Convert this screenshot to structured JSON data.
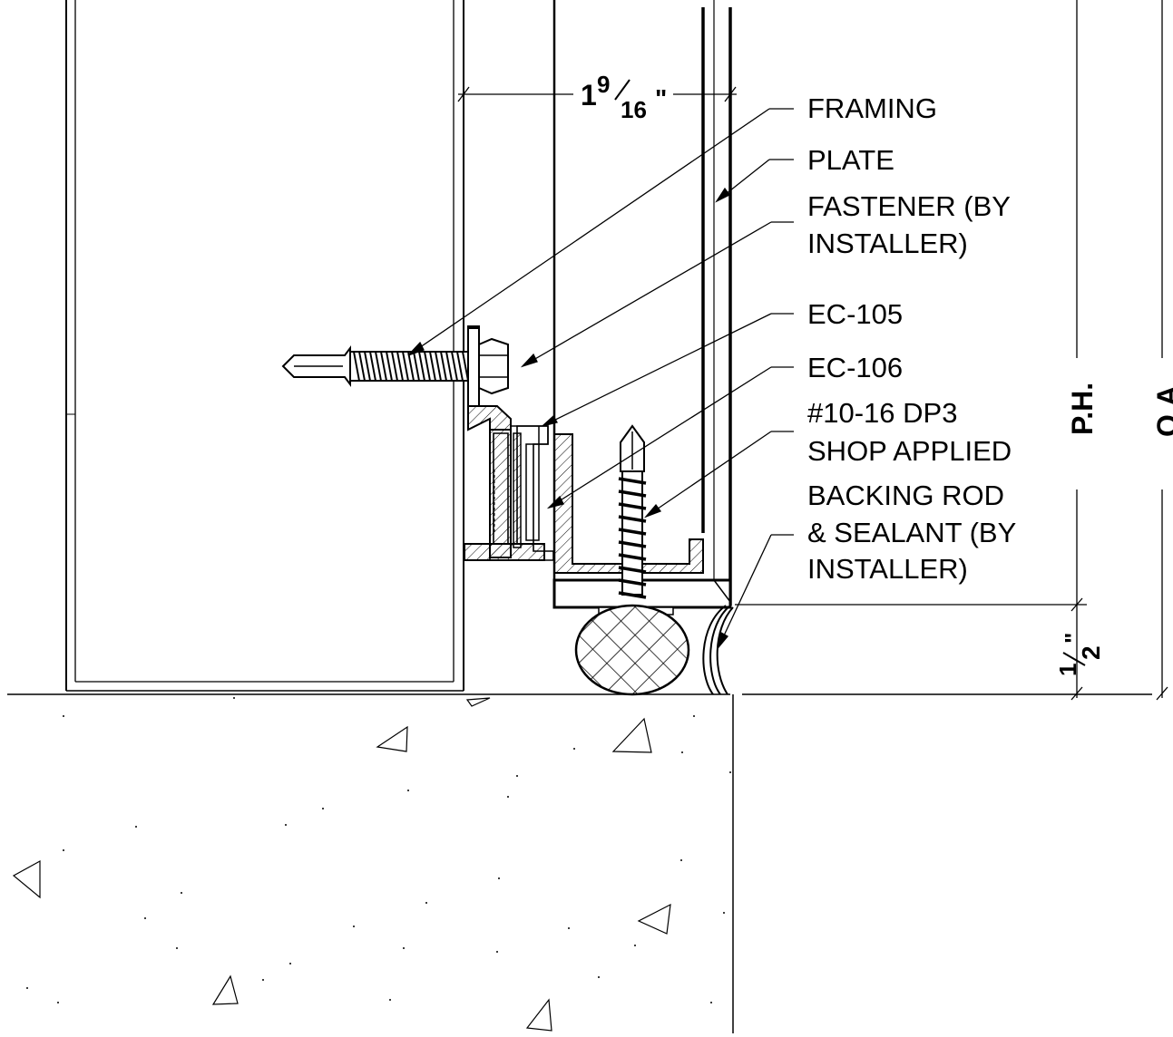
{
  "labels": {
    "framing": "FRAMING",
    "plate": "PLATE",
    "fastener_1": "FASTENER (BY",
    "fastener_2": "INSTALLER)",
    "ec105": "EC-105",
    "ec106": "EC-106",
    "screw_1": "#10-16 DP3",
    "screw_2": "SHOP APPLIED",
    "sealant_1": "BACKING ROD",
    "sealant_2": "& SEALANT (BY",
    "sealant_3": "INSTALLER)"
  },
  "dimensions": {
    "width_whole": "1",
    "width_num": "9",
    "width_den": "16",
    "width_unit": "\"",
    "gap_num": "1",
    "gap_den": "2",
    "gap_unit": "\"",
    "ph": "P.H.",
    "oa": "O.A."
  },
  "colors": {
    "line": "#000000",
    "background": "#ffffff"
  }
}
